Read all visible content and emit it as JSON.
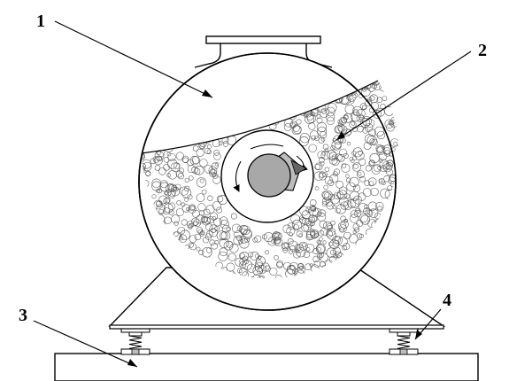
{
  "labels": {
    "vessel": "1",
    "media": "2",
    "base": "3",
    "spring": "4"
  },
  "colors": {
    "stroke": "#000000",
    "background": "#ffffff",
    "shaft_fill": "#a8a8a8",
    "bead_stroke": "#555555"
  },
  "icons": {
    "rotation": "curved-arrow-icon"
  }
}
